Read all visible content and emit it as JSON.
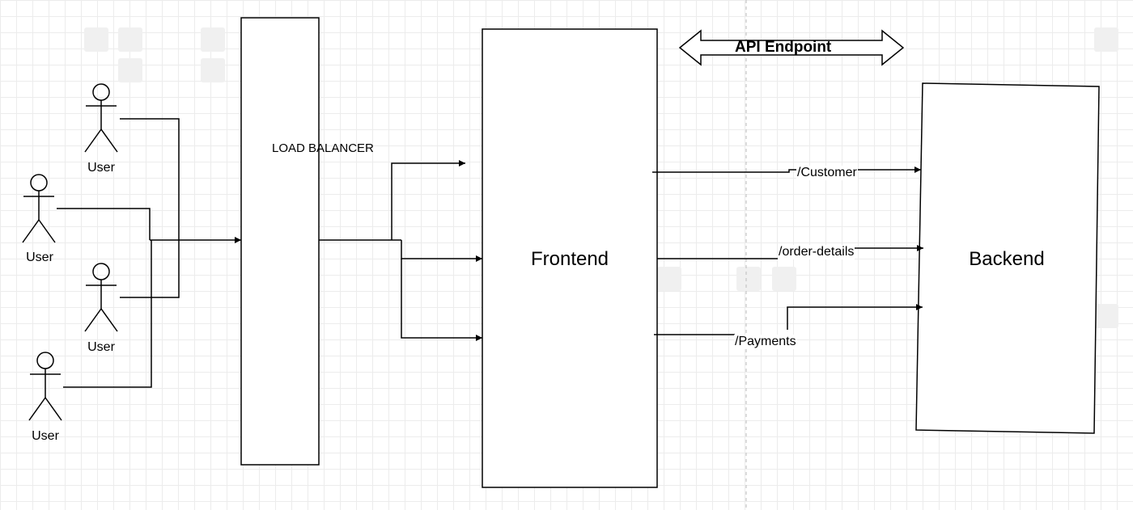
{
  "diagram": {
    "actors": [
      {
        "id": "user-1",
        "label": "User"
      },
      {
        "id": "user-2",
        "label": "User"
      },
      {
        "id": "user-3",
        "label": "User"
      },
      {
        "id": "user-4",
        "label": "User"
      }
    ],
    "load_balancer": {
      "label": "LOAD BALANCER"
    },
    "frontend": {
      "label": "Frontend"
    },
    "backend": {
      "label": "Backend"
    },
    "api_endpoint": {
      "label": "API Endpoint"
    },
    "edges": [
      {
        "from": "frontend",
        "to": "backend",
        "label": "/Customer"
      },
      {
        "from": "frontend",
        "to": "backend",
        "label": "/order-details"
      },
      {
        "from": "frontend",
        "to": "backend",
        "label": "/Payments"
      }
    ],
    "colors": {
      "stroke": "#000000",
      "grid": "#ececec",
      "background": "#ffffff"
    }
  }
}
